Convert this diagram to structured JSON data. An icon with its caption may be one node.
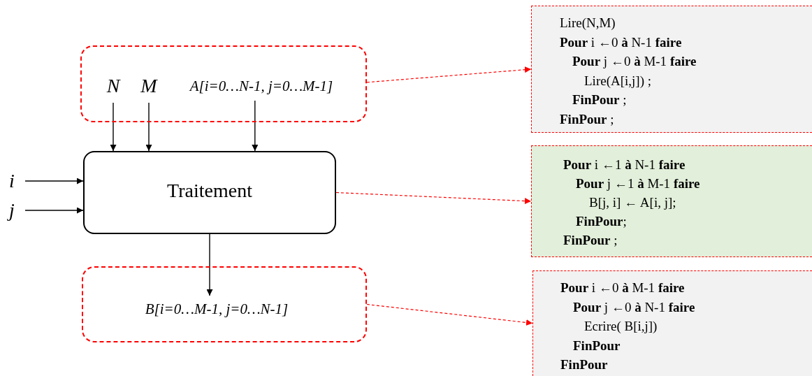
{
  "diagram": {
    "nodes": [
      {
        "text": [],
        "shape": "box"
      },
      {
        "text": [
          "N"
        ],
        "in": 0
      },
      {
        "text": [
          "M"
        ],
        "in": 0
      },
      {
        "text": [
          "A[i=0…N-1, j=0…M-1]"
        ],
        "in": 0
      },
      {
        "text": [
          "Traitement"
        ]
      },
      {
        "text": [
          "i"
        ]
      },
      {
        "text": [
          "j"
        ]
      },
      {
        "text": [],
        "shape": "box"
      },
      {
        "text": [
          "B[i=0…M-1, j=0…N-1]"
        ],
        "in": 7
      },
      {
        "text": [
          "Lire(N,M)",
          "**Pour** i ←0 **à** N-1 **faire**",
          "**Pour** j ←0 **à** M-1 **faire**",
          "Lire(A[i,j]) ;",
          "**FinPour** ;",
          "**FinPour** ;"
        ]
      },
      {
        "text": [
          "**Pour** i ←1 **à** N-1 **faire**",
          "**Pour** j ←1 **à** M-1 **faire**",
          "B[j, i] ← A[i, j];",
          "**FinPour**;",
          "**FinPour** ;"
        ]
      },
      {
        "text": [
          "**Pour** i ←0 **à** M-1 **faire**",
          "**Pour** j ←0 **à** N-1 **faire**",
          "Ecrire( B[i,j])",
          "**FinPour**",
          "**FinPour**"
        ]
      }
    ],
    "edges": [
      {
        "from": 1,
        "to": 4,
        "arrow": "to"
      },
      {
        "from": 2,
        "to": 4,
        "arrow": "to"
      },
      {
        "from": 3,
        "to": 4,
        "arrow": "to"
      },
      {
        "from": 5,
        "to": 4,
        "arrow": "to"
      },
      {
        "from": 6,
        "to": 4,
        "arrow": "to"
      },
      {
        "from": 4,
        "to": 8,
        "arrow": "to"
      },
      {
        "from": 0,
        "to": 9,
        "arrow": "to",
        "style": "dashed",
        "color": "#ff0000"
      },
      {
        "from": 4,
        "to": 10,
        "arrow": "to",
        "style": "dashed",
        "color": "#ff0000"
      },
      {
        "from": 7,
        "to": 11,
        "arrow": "to",
        "style": "dashed",
        "color": "#ff0000"
      }
    ]
  }
}
